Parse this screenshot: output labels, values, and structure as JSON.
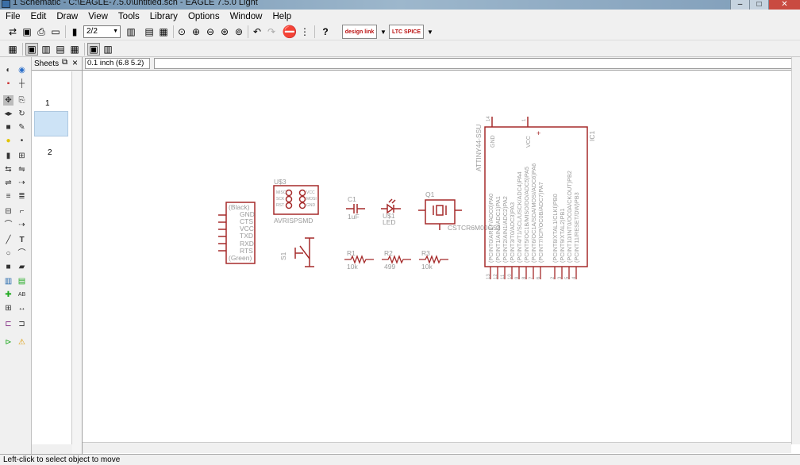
{
  "window": {
    "title": "1 Schematic - C:\\EAGLE-7.5.0\\untitled.sch - EAGLE 7.5.0 Light"
  },
  "menu": [
    "File",
    "Edit",
    "Draw",
    "View",
    "Tools",
    "Library",
    "Options",
    "Window",
    "Help"
  ],
  "toolbar": {
    "sheet_select": "2/2",
    "design_link": "design link",
    "ltspice": "LTC SPICE"
  },
  "cmdline": {
    "grid": "0.1 inch (6.8 5.2)",
    "command": ""
  },
  "sheets": {
    "title": "Sheets",
    "items": [
      "1",
      "2"
    ]
  },
  "status": {
    "text": "Left-click to select object to move"
  },
  "colors": {
    "part": "#a52a2a",
    "text": "#9a9a9a",
    "pin": "#8b1a1a"
  },
  "parts": {
    "ftdi": {
      "pins": [
        "(Black)",
        "GND",
        "CTS",
        "VCC",
        "TXD",
        "RXD",
        "RTS",
        "(Green)"
      ]
    },
    "isp": {
      "name": "U$3",
      "value": "AVRISPSMD",
      "left": [
        "MISO",
        "SCK",
        "RST"
      ],
      "right": [
        "VCC",
        "MOSI",
        "GND"
      ]
    },
    "c1": {
      "name": "C1",
      "value": "1uF"
    },
    "led": {
      "name": "U$1",
      "value": "LED"
    },
    "q1": {
      "name": "Q1",
      "value": "CSTCR6M00G53"
    },
    "s1": {
      "name": "S1"
    },
    "r1": {
      "name": "R1",
      "value": "10k"
    },
    "r2": {
      "name": "R2",
      "value": "499"
    },
    "r3": {
      "name": "R3",
      "value": "10k"
    },
    "ic1": {
      "name": "IC1",
      "value": "ATTINY44-SSU",
      "top_left": "GND",
      "top_right": "VCC",
      "pin_labels": [
        "(PCINT0/AREF/ADC0)PA0",
        "(PCINT1/AIN0/ADC1)PA1",
        "(PCINT2/AIN1/ADC2)PA2",
        "(PCINT3/T0/ADC3)PA3",
        "(PCINT4/T1/SCL/USCK/ADC4)PA4",
        "(PCINT5/OC1B/MISO/DO/ADC5)PA5",
        "(PCINT6/OC1A/SDA/MOSI/ADC6)PA6",
        "(PCINT7/ICP/OC0B/ADC7)PA7",
        "(PCINT8/XTAL1/CLKI)PB0",
        "(PCINT9/XTAL2)PB1",
        "(PCINT10/INT0/OC0A/CKOUT)PB2",
        "(PCINT11/RESET/DW)PB3"
      ],
      "pin_numbers": [
        "13",
        "12",
        "11",
        "10",
        "9",
        "8",
        "7",
        "6",
        "2",
        "3",
        "5",
        "4"
      ],
      "top_numbers": [
        "14",
        "1"
      ]
    }
  }
}
